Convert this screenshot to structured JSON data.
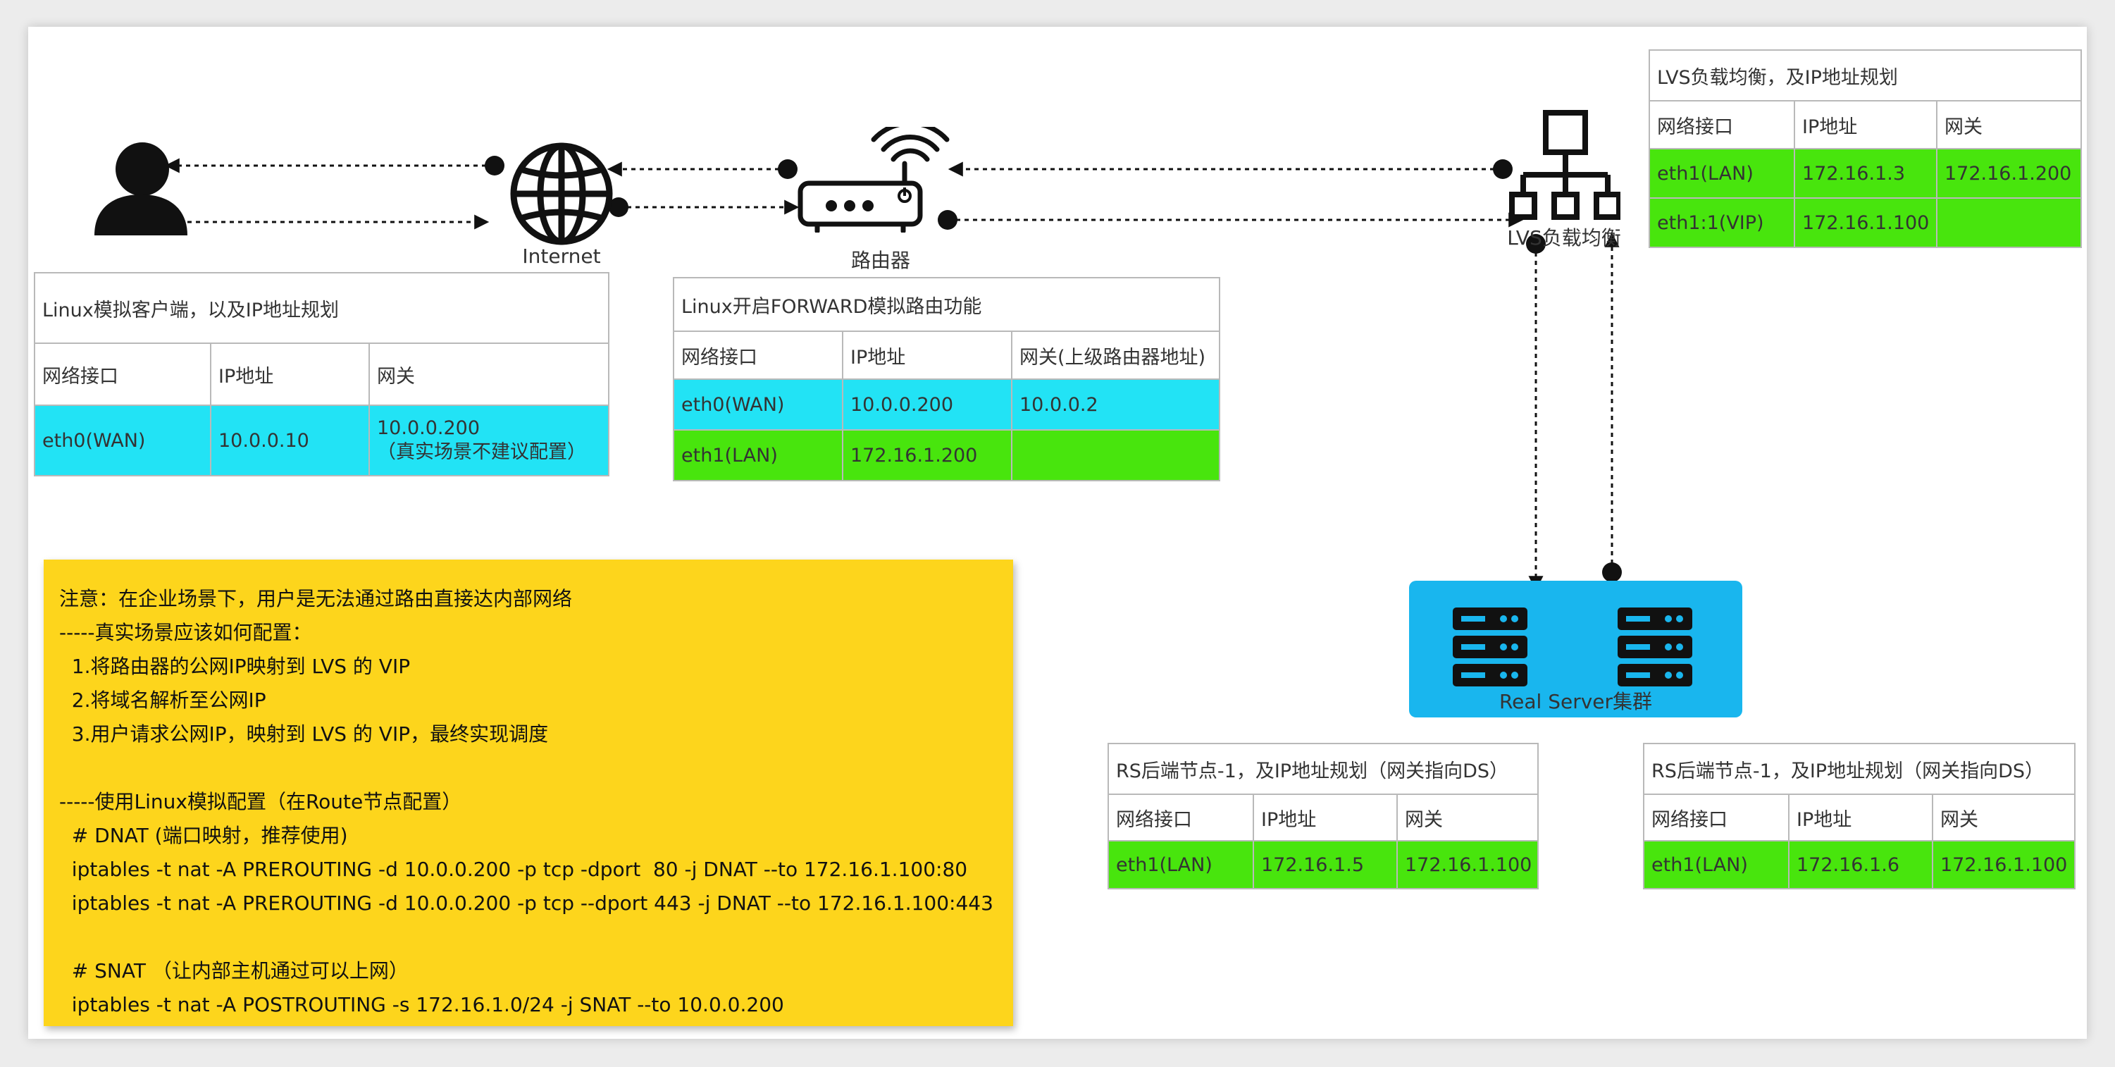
{
  "nodes": {
    "internet_label": "Internet",
    "router_label": "路由器",
    "lvs_label": "LVS负载均衡",
    "rs_label": "Real Server集群"
  },
  "colors": {
    "wan": "#22e3f5",
    "lan": "#48e50d",
    "note_bg": "#fdd51c",
    "rs_box": "#19b6ee"
  },
  "tables": {
    "client": {
      "title": "Linux模拟客户端，以及IP地址规划",
      "headers": [
        "网络接口",
        "IP地址",
        "网关"
      ],
      "rows": [
        {
          "iface": "eth0(WAN)",
          "ip": "10.0.0.10",
          "gw": "10.0.0.200",
          "gw_note": "（真实场景不建议配置）",
          "color": "wan"
        }
      ]
    },
    "router": {
      "title": "Linux开启FORWARD模拟路由功能",
      "headers": [
        "网络接口",
        "IP地址",
        "网关(上级路由器地址)"
      ],
      "rows": [
        {
          "iface": "eth0(WAN)",
          "ip": "10.0.0.200",
          "gw": "10.0.0.2",
          "color": "wan"
        },
        {
          "iface": "eth1(LAN)",
          "ip": "172.16.1.200",
          "gw": "",
          "color": "lan"
        }
      ]
    },
    "lvs": {
      "title": "LVS负载均衡，及IP地址规划",
      "headers": [
        "网络接口",
        "IP地址",
        "网关"
      ],
      "rows": [
        {
          "iface": "eth1(LAN)",
          "ip": "172.16.1.3",
          "gw": "172.16.1.200",
          "color": "lan"
        },
        {
          "iface": "eth1:1(VIP)",
          "ip": "172.16.1.100",
          "gw": "",
          "color": "lan"
        }
      ]
    },
    "rs1": {
      "title": "RS后端节点-1，及IP地址规划（网关指向DS）",
      "headers": [
        "网络接口",
        "IP地址",
        "网关"
      ],
      "rows": [
        {
          "iface": "eth1(LAN)",
          "ip": "172.16.1.5",
          "gw": "172.16.1.100",
          "color": "lan"
        }
      ]
    },
    "rs2": {
      "title": "RS后端节点-1，及IP地址规划（网关指向DS）",
      "headers": [
        "网络接口",
        "IP地址",
        "网关"
      ],
      "rows": [
        {
          "iface": "eth1(LAN)",
          "ip": "172.16.1.6",
          "gw": "172.16.1.100",
          "color": "lan"
        }
      ]
    }
  },
  "note": {
    "lines": [
      "注意：在企业场景下，用户是无法通过路由直接达内部网络",
      "-----真实场景应该如何配置：",
      "  1.将路由器的公网IP映射到 LVS 的 VIP",
      "  2.将域名解析至公网IP",
      "  3.用户请求公网IP，映射到 LVS 的 VIP，最终实现调度",
      "",
      "-----使用Linux模拟配置（在Route节点配置）",
      "  # DNAT (端口映射，推荐使用)",
      "  iptables -t nat -A PREROUTING -d 10.0.0.200 -p tcp -dport  80 -j DNAT --to 172.16.1.100:80",
      "  iptables -t nat -A PREROUTING -d 10.0.0.200 -p tcp --dport 443 -j DNAT --to 172.16.1.100:443",
      "",
      "  # SNAT （让内部主机通过可以上网）",
      "  iptables -t nat -A POSTROUTING -s 172.16.1.0/24 -j SNAT --to 10.0.0.200"
    ]
  },
  "icons": {
    "client": "user-icon",
    "internet": "globe-icon",
    "router": "router-wifi-icon",
    "lvs": "network-hierarchy-icon",
    "servers": "server-rack-icon"
  }
}
